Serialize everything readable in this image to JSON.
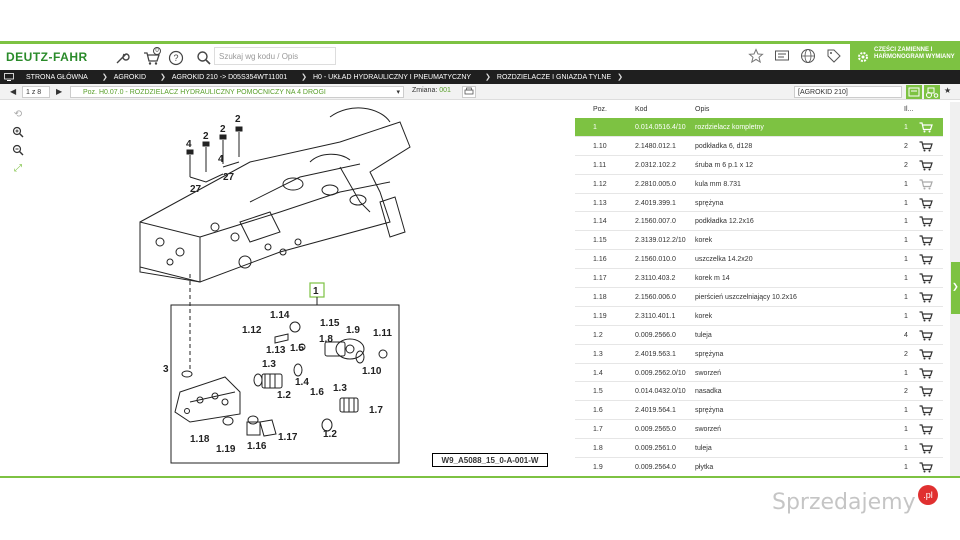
{
  "header": {
    "logo": "DEUTZ-FAHR",
    "search_placeholder": "Szukaj wg kodu / Opis",
    "cart_count": "0",
    "promo": "CZĘŚCI ZAMIENNE I HARMONOGRAM WYMIANY",
    "icons": [
      "wrench-icon",
      "cart-icon",
      "help-icon",
      "search-icon",
      "star-icon",
      "message-icon",
      "globe-icon",
      "tag-icon",
      "gear-icon"
    ]
  },
  "breadcrumbs": [
    "STRONA GŁÓWNA",
    "AGROKID",
    "AGROKID 210 -> D05S354WT11001",
    "H0 - UKŁAD HYDRAULICZNY I PNEUMATYCZNY",
    "ROZDZIELACZE I GNIAZDA TYLNE"
  ],
  "toolbar": {
    "pager": "1 z 8",
    "position": "Poz. H0.07.0 - ROZDZIELACZ HYDRAULICZNY POMOCNICZY NA 4 DROGI",
    "zmiana_label": "Zmiana:",
    "zmiana_value": "001",
    "model": "[AGROKID 210]"
  },
  "diagram": {
    "label": "W9_A5088_15_0-A-001-W",
    "callouts": [
      "1",
      "1.14",
      "1.15",
      "1.12",
      "1.13",
      "1.5",
      "1.8",
      "1.9",
      "1.11",
      "1.10",
      "1.3",
      "1.4",
      "1.6",
      "1.2",
      "1.3",
      "1.7",
      "1.2",
      "3",
      "1.18",
      "1.19",
      "1.16",
      "1.17",
      "2",
      "2",
      "2",
      "4",
      "4",
      "27",
      "27"
    ]
  },
  "table": {
    "headers": {
      "poz": "Poz.",
      "kod": "Kod",
      "opis": "Opis",
      "qty": "Il..."
    },
    "rows": [
      {
        "poz": "1",
        "kod": "0.014.0516.4/10",
        "opis": "rozdzielacz kompletny",
        "qty": "1"
      },
      {
        "poz": "1.10",
        "kod": "2.1480.012.1",
        "opis": "podkładka 6, d128",
        "qty": "2"
      },
      {
        "poz": "1.11",
        "kod": "2.0312.102.2",
        "opis": "śruba m 6 p.1 x 12",
        "qty": "2"
      },
      {
        "poz": "1.12",
        "kod": "2.2810.005.0",
        "opis": "kula mm 8.731",
        "qty": "1"
      },
      {
        "poz": "1.13",
        "kod": "2.4019.399.1",
        "opis": "sprężyna",
        "qty": "1"
      },
      {
        "poz": "1.14",
        "kod": "2.1560.007.0",
        "opis": "podkładka 12.2x16",
        "qty": "1"
      },
      {
        "poz": "1.15",
        "kod": "2.3139.012.2/10",
        "opis": "korek",
        "qty": "1"
      },
      {
        "poz": "1.16",
        "kod": "2.1560.010.0",
        "opis": "uszczelka 14.2x20",
        "qty": "1"
      },
      {
        "poz": "1.17",
        "kod": "2.3110.403.2",
        "opis": "korek m 14",
        "qty": "1"
      },
      {
        "poz": "1.18",
        "kod": "2.1560.006.0",
        "opis": "pierścień uszczelniający 10.2x16",
        "qty": "1"
      },
      {
        "poz": "1.19",
        "kod": "2.3110.401.1",
        "opis": "korek",
        "qty": "1"
      },
      {
        "poz": "1.2",
        "kod": "0.009.2566.0",
        "opis": "tuleja",
        "qty": "4"
      },
      {
        "poz": "1.3",
        "kod": "2.4019.563.1",
        "opis": "sprężyna",
        "qty": "2"
      },
      {
        "poz": "1.4",
        "kod": "0.009.2562.0/10",
        "opis": "sworzeń",
        "qty": "1"
      },
      {
        "poz": "1.5",
        "kod": "0.014.0432.0/10",
        "opis": "nasadka",
        "qty": "2"
      },
      {
        "poz": "1.6",
        "kod": "2.4019.564.1",
        "opis": "sprężyna",
        "qty": "1"
      },
      {
        "poz": "1.7",
        "kod": "0.009.2565.0",
        "opis": "sworzeń",
        "qty": "1"
      },
      {
        "poz": "1.8",
        "kod": "0.009.2561.0",
        "opis": "tuleja",
        "qty": "1"
      },
      {
        "poz": "1.9",
        "kod": "0.009.2564.0",
        "opis": "płytka",
        "qty": "1"
      }
    ]
  },
  "watermark": {
    "text": "Sprzedajemy",
    "badge": ".pl"
  },
  "colors": {
    "accent": "#7dc242",
    "dark_bar": "#1f1f1f",
    "link_green": "#5aa02c"
  }
}
